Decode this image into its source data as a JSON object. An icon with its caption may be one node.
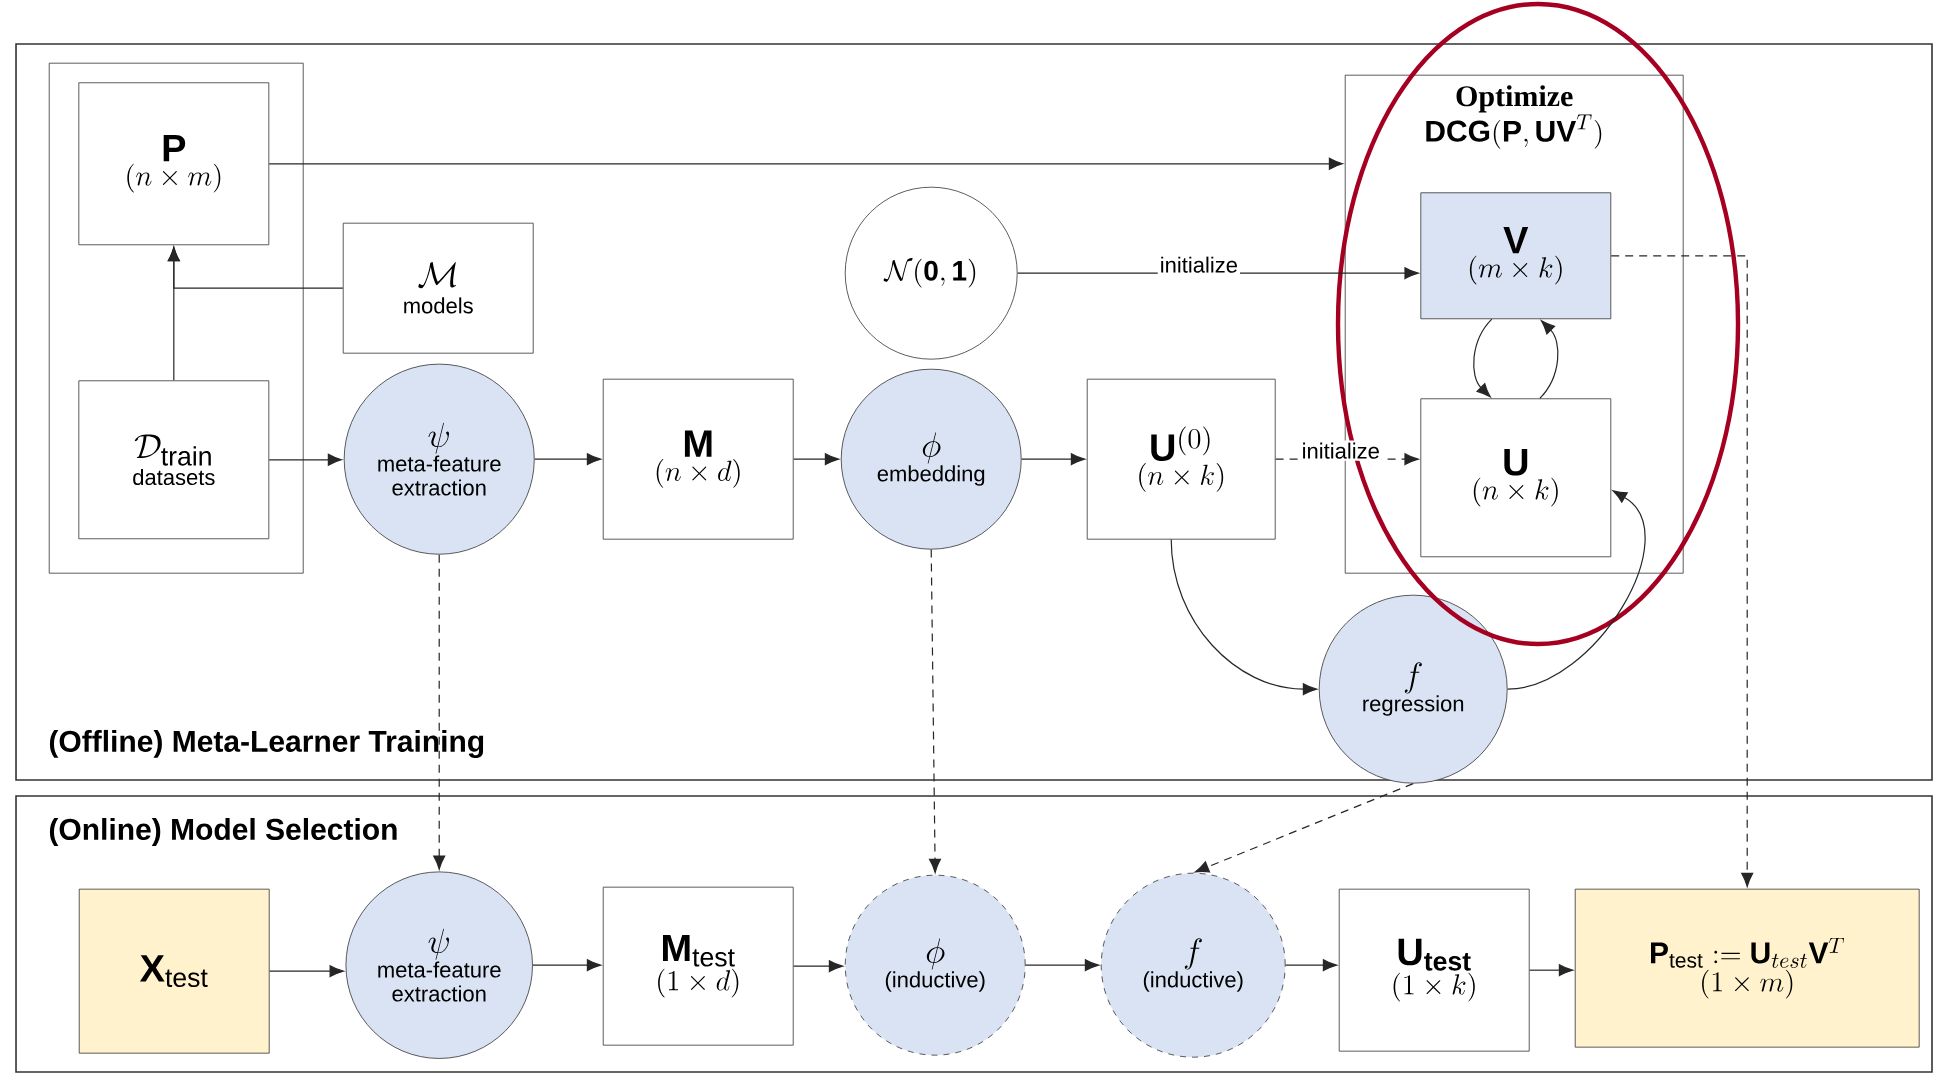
{
  "diagram": {
    "nodes": [
      {
        "text": [
          "(Offline) Meta-Learner Training"
        ]
      },
      {
        "text": [],
        "shape": "box",
        "in": 0
      },
      {
        "text": [
          "\\mathbf{P}",
          "(n \\times m)"
        ],
        "in": 1
      },
      {
        "text": [
          "\\mathcal{M}",
          "models"
        ],
        "in": 0
      },
      {
        "text": [
          "\\mathcal{D}_{\\mathrm{train}}",
          "datasets"
        ],
        "in": 1
      },
      {
        "text": [
          "\\psi",
          "meta-feature extraction"
        ],
        "in": 0
      },
      {
        "text": [
          "\\mathbf{M}",
          "(n \\times d)"
        ],
        "in": 0
      },
      {
        "text": [
          "\\mathcal{N}(\\mathbf{0},\\mathbf{1})"
        ],
        "in": 0
      },
      {
        "text": [
          "\\phi",
          "embedding"
        ],
        "in": 0
      },
      {
        "text": [
          "\\mathbf{U}^{(0)}",
          "(n \\times k)"
        ],
        "in": 0
      },
      {
        "text": [
          "Optimize",
          "\\mathbf{DCG}(\\mathbf{P},\\mathbf{UV}^{T})"
        ],
        "in": 0
      },
      {
        "text": [
          "\\mathbf{V}",
          "(m \\times k)"
        ],
        "in": 10
      },
      {
        "text": [
          "\\mathbf{U}",
          "(n \\times k)"
        ],
        "in": 10
      },
      {
        "text": [
          "f",
          "regression"
        ],
        "in": 0
      },
      {
        "text": [
          "(Online) Model Selection"
        ]
      },
      {
        "text": [
          "\\mathbf{X}_{\\mathrm{test}}"
        ],
        "in": 14
      },
      {
        "text": [
          "\\psi",
          "meta-feature extraction"
        ],
        "in": 14
      },
      {
        "text": [
          "\\mathbf{M}_{\\mathrm{test}}",
          "(1 \\times d)"
        ],
        "in": 14
      },
      {
        "text": [
          "\\phi",
          "(inductive)"
        ],
        "in": 14
      },
      {
        "text": [
          "f",
          "(inductive)"
        ],
        "in": 14
      },
      {
        "text": [
          "\\mathbf{U}_{\\mathbf{test}}",
          "(1 \\times k)"
        ],
        "in": 14
      },
      {
        "text": [
          "\\mathbf{P}_{\\mathrm{test}} := \\mathbf{U}_{test}\\mathbf{V}^{T}",
          "(1 \\times m)"
        ],
        "in": 14
      }
    ],
    "edges": [
      {
        "from": 4,
        "to": 2,
        "arrow": "to"
      },
      {
        "from": 3,
        "to": 2,
        "arrow": "to"
      },
      {
        "from": 2,
        "to": 10,
        "arrow": "to"
      },
      {
        "from": 4,
        "to": 5,
        "arrow": "to"
      },
      {
        "from": 5,
        "to": 6,
        "arrow": "to"
      },
      {
        "from": 6,
        "to": 8,
        "arrow": "to"
      },
      {
        "from": 8,
        "to": 9,
        "arrow": "to"
      },
      {
        "from": 7,
        "to": 11,
        "arrow": "to",
        "label": "initialize"
      },
      {
        "from": 9,
        "to": 12,
        "arrow": "to",
        "label": "initialize",
        "style": "dashed"
      },
      {
        "from": 11,
        "to": 12,
        "arrow": "to"
      },
      {
        "from": 12,
        "to": 11,
        "arrow": "to"
      },
      {
        "from": 9,
        "to": 13,
        "arrow": "to"
      },
      {
        "from": 13,
        "to": 12,
        "arrow": "to"
      },
      {
        "from": 5,
        "to": 16,
        "arrow": "to",
        "style": "dashed"
      },
      {
        "from": 8,
        "to": 18,
        "arrow": "to",
        "style": "dashed"
      },
      {
        "from": 13,
        "to": 19,
        "arrow": "to",
        "style": "dashed"
      },
      {
        "from": 11,
        "to": 21,
        "arrow": "to",
        "style": "dashed"
      },
      {
        "from": 15,
        "to": 16,
        "arrow": "to"
      },
      {
        "from": 16,
        "to": 17,
        "arrow": "to"
      },
      {
        "from": 17,
        "to": 18,
        "arrow": "to"
      },
      {
        "from": 18,
        "to": 19,
        "arrow": "to"
      },
      {
        "from": 19,
        "to": 20,
        "arrow": "to"
      },
      {
        "from": 20,
        "to": 21,
        "arrow": "to"
      }
    ]
  }
}
